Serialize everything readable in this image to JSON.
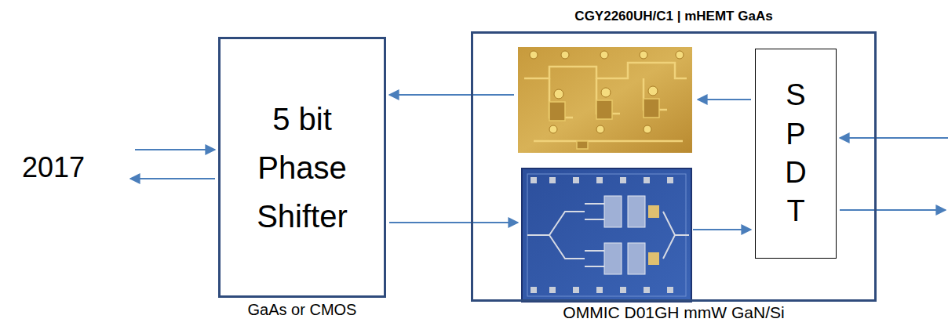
{
  "diagram": {
    "nodes": [
      {
        "text": [
          "5 bit Phase Shifter",
          "GaAs or CMOS"
        ]
      },
      {
        "text": [
          "CGY2260UH/C1 | mHEMT GaAs",
          "OMMIC D01GH mmW GaN/Si"
        ]
      },
      {
        "text": [
          "S P D T"
        ],
        "in": 1
      }
    ],
    "labels": [
      "2017"
    ]
  }
}
